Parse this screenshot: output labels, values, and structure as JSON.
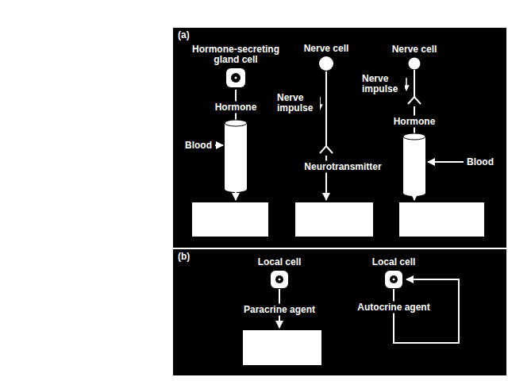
{
  "diagram": {
    "nodes": [
      {
        "text": [
          "Hormone-secreting gland cell"
        ]
      },
      {
        "text": [
          "Nerve cell"
        ]
      },
      {
        "text": [
          "Nerve cell"
        ]
      },
      {
        "text": [
          "Local cell"
        ]
      },
      {
        "text": [
          "Local cell"
        ]
      }
    ],
    "labels": [
      "(a)",
      "Hormone",
      "Blood",
      "Nerve impulse",
      "Neurotransmitter",
      "Nerve impulse",
      "Hormone",
      "Blood",
      "(b)",
      "Paracrine agent",
      "Autocrine agent"
    ]
  }
}
